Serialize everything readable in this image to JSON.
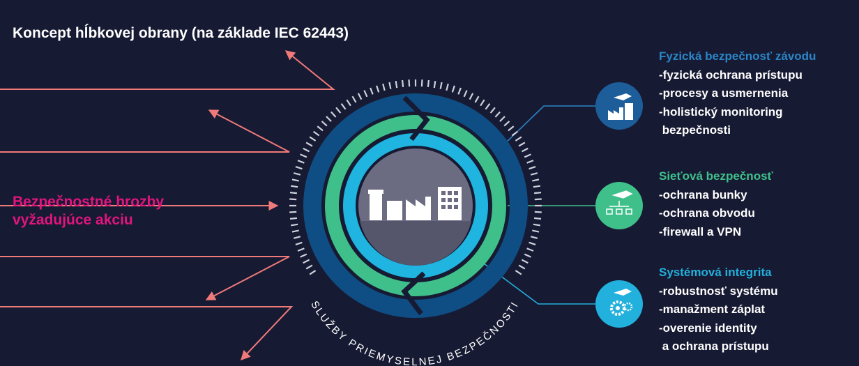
{
  "title": "Koncept hĺbkovej obrany (na základe IEC 62443)",
  "threat_label": {
    "line1": "Bezpečnostné hrozby",
    "line2": "vyžadujúce akciu"
  },
  "ring_label": "SLUŽBY PRIEMYSELNEJ BEZPEČNOSTI",
  "colors": {
    "background": "#171a33",
    "threat_text": "#e0157e",
    "arrow": "#f07a7a",
    "outer_ring": "#0f4e84",
    "middle_ring": "#3fc08b",
    "inner_ring": "#1fb5e0",
    "core": "#6b6c82",
    "physical": "#1d5e9a",
    "network": "#3fc08b",
    "system": "#22b0dc"
  },
  "categories": [
    {
      "heading": "Fyzická bezpečnosť závodu",
      "color": "#2a86c8",
      "icon": "factory-icon",
      "items": [
        "-fyzická ochrana prístupu",
        "-procesy a usmernenia",
        "-holistický monitoring",
        " bezpečnosti"
      ]
    },
    {
      "heading": "Sieťová bezpečnosť",
      "color": "#3fc08b",
      "icon": "network-icon",
      "items": [
        "-ochrana bunky",
        "-ochrana obvodu",
        "-firewall a VPN"
      ]
    },
    {
      "heading": "Systémová integrita",
      "color": "#22b0dc",
      "icon": "gear-icon",
      "items": [
        "-robustnosť systému",
        "-manažment záplat",
        "-overenie identity",
        " a ochrana prístupu"
      ]
    }
  ]
}
